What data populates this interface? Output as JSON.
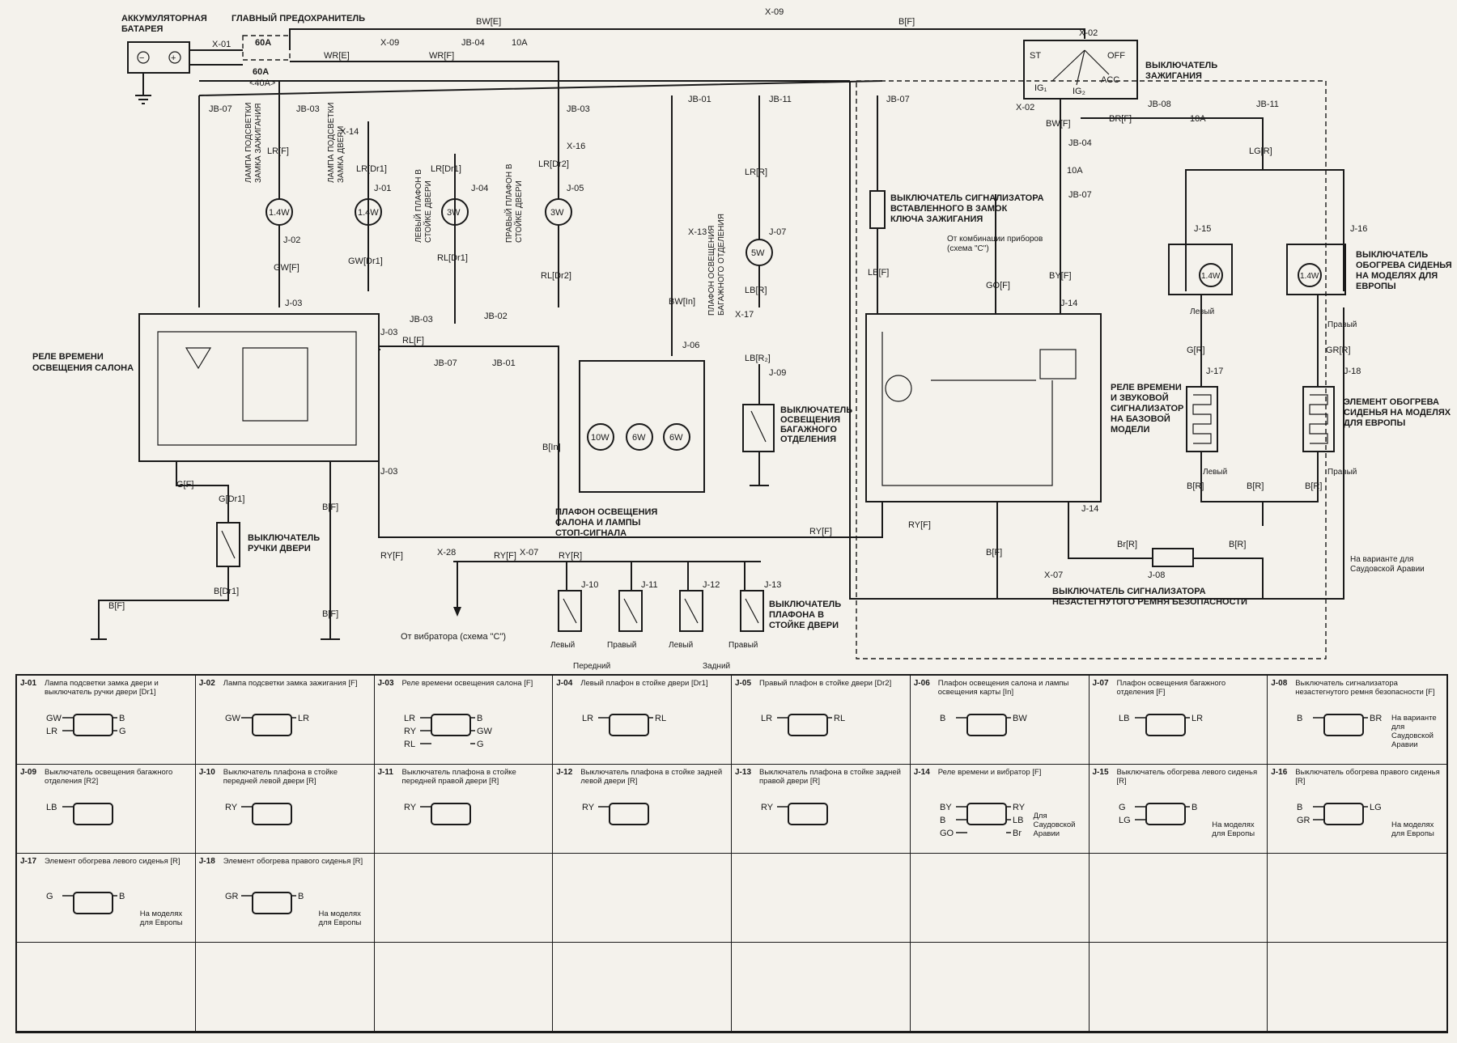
{
  "labels": {
    "battery": [
      "АККУМУЛЯТОРНАЯ",
      "БАТАРЕЯ"
    ],
    "main_fuse": "ГЛАВНЫЙ ПРЕДОХРАНИТЕЛЬ",
    "fuse_60a_top": "60A",
    "fuse_60a_bottom": "60A",
    "fuse_40a": "<40A>",
    "ignition_switch": [
      "ВЫКЛЮЧАТЕЛЬ",
      "ЗАЖИГАНИЯ"
    ],
    "ign_st": "ST",
    "ign_off": "OFF",
    "ign_acc": "ACC",
    "ign_ig1": "IG₁",
    "ign_ig2": "IG₂",
    "relay_interior": [
      "РЕЛЕ ВРЕМЕНИ",
      "ОСВЕЩЕНИЯ САЛОНА"
    ],
    "relay_buzzer": [
      "РЕЛЕ ВРЕМЕНИ",
      "И ЗВУКОВОЙ",
      "СИГНАЛИЗАТОР",
      "НА БАЗОВОЙ",
      "МОДЕЛИ"
    ],
    "key_switch": [
      "ВЫКЛЮЧАТЕЛЬ СИГНАЛИЗАТОРА",
      "ВСТАВЛЕННОГО В ЗАМОК",
      "КЛЮЧА ЗАЖИГАНИЯ"
    ],
    "from_instruments": [
      "От комбинации приборов",
      "(схема \"C\")"
    ],
    "seat_heater_switch": [
      "ВЫКЛЮЧАТЕЛЬ",
      "ОБОГРЕВА СИДЕНЬЯ",
      "НА МОДЕЛЯХ ДЛЯ",
      "ЕВРОПЫ"
    ],
    "seat_heater_elem": [
      "ЭЛЕМЕНТ ОБОГРЕВА",
      "СИДЕНЬЯ НА МОДЕЛЯХ",
      "ДЛЯ ЕВРОПЫ"
    ],
    "lamp_ign": [
      "ЛАМПА ПОДСВЕТКИ",
      "ЗАМКА ЗАЖИГАНИЯ"
    ],
    "lamp_door": [
      "ЛАМПА ПОДСВЕТКИ",
      "ЗАМКА ДВЕРИ"
    ],
    "lamp_left_pillar": [
      "ЛЕВЫЙ ПЛАФОН В",
      "СТОЙКЕ ДВЕРИ"
    ],
    "lamp_right_pillar": [
      "ПРАВЫЙ ПЛАФОН В",
      "СТОЙКЕ ДВЕРИ"
    ],
    "lamp_trunk": [
      "ПЛАФОН ОСВЕЩЕНИЯ",
      "БАГАЖНОГО ОТДЕЛЕНИЯ"
    ],
    "trunk_switch": [
      "ВЫКЛЮЧАТЕЛЬ",
      "ОСВЕЩЕНИЯ",
      "БАГАЖНОГО",
      "ОТДЕЛЕНИЯ"
    ],
    "dome_lamp": [
      "ПЛАФОН ОСВЕЩЕНИЯ",
      "САЛОНА И ЛАМПЫ",
      "СТОП-СИГНАЛА"
    ],
    "door_handle_switch": [
      "ВЫКЛЮЧАТЕЛЬ",
      "РУЧКИ ДВЕРИ"
    ],
    "pillar_switches": [
      "ВЫКЛЮЧАТЕЛЬ",
      "ПЛАФОНА В",
      "СТОЙКЕ ДВЕРИ"
    ],
    "from_vibrator": "От вибратора (схема \"C\")",
    "seatbelt_switch": [
      "ВЫКЛЮЧАТЕЛЬ СИГНАЛИЗАТОРА",
      "НЕЗАСТЕГНУТОГО РЕМНЯ БЕЗОПАСНОСТИ"
    ],
    "saudi_variant": [
      "На варианте для",
      "Саудовской Аравии"
    ],
    "front": "Передний",
    "rear": "Задний",
    "left": "Левый",
    "right": "Правый",
    "left2": "Левый",
    "right2": "Правый",
    "left3": "Левый",
    "right3": "Правый",
    "left4": "Левый",
    "right4": "Правый"
  },
  "wires": {
    "BW_E": "BW[E]",
    "B_F_top": "B[F]",
    "WR_E": "WR[E]",
    "WR_F": "WR[F]",
    "LR_F": "LR[F]",
    "LR_Dr1": "LR[Dr1]",
    "LR_Dr2": "LR[Dr2]",
    "GW_F": "GW[F]",
    "GW_Dr1": "GW[Dr1]",
    "RL_Dr1": "RL[Dr1]",
    "RL_Dr2": "RL[Dr2]",
    "RL_F": "RL[F]",
    "BW_In": "BW[In]",
    "B_In": "B[In]",
    "LR_R": "LR[R]",
    "LB_R": "LB[R]",
    "LB_R2": "LB[R₂]",
    "LB_F": "LB[F]",
    "GO_F": "GO[F]",
    "BY_F": "BY[F]",
    "RY_F": "RY[F]",
    "RY_R": "RY[R]",
    "B_F": "B[F]",
    "G_F": "G[F]",
    "G_Dr1": "G[Dr1]",
    "B_Dr1": "B[Dr1]",
    "BR_F": "BR[F]",
    "Br_R": "Br[R]",
    "B_R": "B[R]",
    "LG_R": "LG[R]",
    "G_R": "G[R]",
    "GR_R": "GR[R]",
    "BW_F": "BW[F]"
  },
  "connectors": {
    "X01": "X-01",
    "X09": "X-09",
    "X09b": "X-09",
    "X02": "X-02",
    "X02b": "X-02",
    "JB04A": "JB-04",
    "JB03P": "JB-03",
    "JB03N": "JB-03",
    "JB01O": "JB-01",
    "JB11P": "JB-11",
    "JB07E": "JB-07",
    "JB07K": "JB-07",
    "JB08": "JB-08",
    "JB11": "JB-11",
    "JB04B": "JB-04",
    "JB07": "JB-07",
    "X14": "X-14",
    "X16": "X-16",
    "X13": "X-13",
    "X17": "X-17",
    "J01": "J-01",
    "J02": "J-02",
    "J03": "J-03",
    "J04": "J-04",
    "J05": "J-05",
    "J06": "J-06",
    "J07": "J-07",
    "J08": "J-08",
    "J09": "J-09",
    "J10": "J-10",
    "J11": "J-11",
    "J12": "J-12",
    "J13": "J-13",
    "J14": "J-14",
    "J15": "J-15",
    "J16": "J-16",
    "J17": "J-17",
    "J18": "J-18",
    "X28": "X-28",
    "X07": "X-07",
    "JB03A": "JB-03",
    "JB02B": "JB-02",
    "JB07D": "JB-07",
    "JB01A": "JB-01"
  },
  "ratings": {
    "fuse_10a": "10A",
    "fuse_10a_b": "10A",
    "fuse_10a_c": "10A",
    "lamp_14w_a": "1.4W",
    "lamp_14w_b": "1.4W",
    "lamp_3w_a": "3W",
    "lamp_3w_b": "3W",
    "lamp_5w": "5W",
    "lamp_10w": "10W",
    "lamp_6w_a": "6W",
    "lamp_6w_b": "6W",
    "lamp_14w_c": "1.4W",
    "lamp_14w_d": "1.4W"
  },
  "table": [
    {
      "id": "J-01",
      "desc": "Лампа подсветки замка двери и выключатель ручки двери [Dr1]",
      "pins": [
        "GW",
        "B",
        "LR",
        "G"
      ]
    },
    {
      "id": "J-02",
      "desc": "Лампа подсветки замка зажигания [F]",
      "pins": [
        "GW",
        "LR"
      ]
    },
    {
      "id": "J-03",
      "desc": "Реле времени освещения салона [F]",
      "pins": [
        "LR",
        "B",
        "RY",
        "GW",
        "RL",
        "G"
      ]
    },
    {
      "id": "J-04",
      "desc": "Левый плафон в стойке двери [Dr1]",
      "pins": [
        "LR",
        "RL"
      ]
    },
    {
      "id": "J-05",
      "desc": "Правый плафон в стойке двери [Dr2]",
      "pins": [
        "LR",
        "RL"
      ]
    },
    {
      "id": "J-06",
      "desc": "Плафон освещения салона и лампы освещения карты [In]",
      "pins": [
        "B",
        "BW"
      ]
    },
    {
      "id": "J-07",
      "desc": "Плафон освещения багажного отделения [F]",
      "pins": [
        "LB",
        "LR"
      ]
    },
    {
      "id": "J-08",
      "desc": "Выключатель сигнализатора незастегнутого ремня безопасности [F]",
      "pins": [
        "B",
        "BR"
      ],
      "note": [
        "На варианте",
        "для Саудовской",
        "Аравии"
      ]
    },
    {
      "id": "J-09",
      "desc": "Выключатель освещения багажного отделения [R2]",
      "pins": [
        "LB"
      ]
    },
    {
      "id": "J-10",
      "desc": "Выключатель плафона в стойке передней левой двери [R]",
      "pins": [
        "RY"
      ]
    },
    {
      "id": "J-11",
      "desc": "Выключатель плафона в стойке передней правой двери [R]",
      "pins": [
        "RY"
      ]
    },
    {
      "id": "J-12",
      "desc": "Выключатель плафона в стойке задней левой двери [R]",
      "pins": [
        "RY"
      ]
    },
    {
      "id": "J-13",
      "desc": "Выключатель плафона в стойке задней правой двери [R]",
      "pins": [
        "RY"
      ]
    },
    {
      "id": "J-14",
      "desc": "Реле времени и вибратор [F]",
      "pins": [
        "BY",
        "RY",
        "B",
        "LB",
        "GO",
        "Br"
      ],
      "note": [
        "Для Саудовской",
        "Аравии"
      ]
    },
    {
      "id": "J-15",
      "desc": "Выключатель обогрева левого сиденья [R]",
      "pins": [
        "G",
        "B",
        "LG"
      ],
      "note": [
        "На моделях",
        "для Европы"
      ]
    },
    {
      "id": "J-16",
      "desc": "Выключатель обогрева правого сиденья [R]",
      "pins": [
        "B",
        "LG",
        "GR"
      ],
      "note": [
        "На моделях",
        "для Европы"
      ]
    },
    {
      "id": "J-17",
      "desc": "Элемент обогрева левого сиденья [R]",
      "pins": [
        "G",
        "B"
      ],
      "note": [
        "На моделях",
        "для Европы"
      ]
    },
    {
      "id": "J-18",
      "desc": "Элемент обогрева правого сиденья [R]",
      "pins": [
        "GR",
        "B"
      ],
      "note": [
        "На моделях",
        "для Европы"
      ]
    }
  ]
}
